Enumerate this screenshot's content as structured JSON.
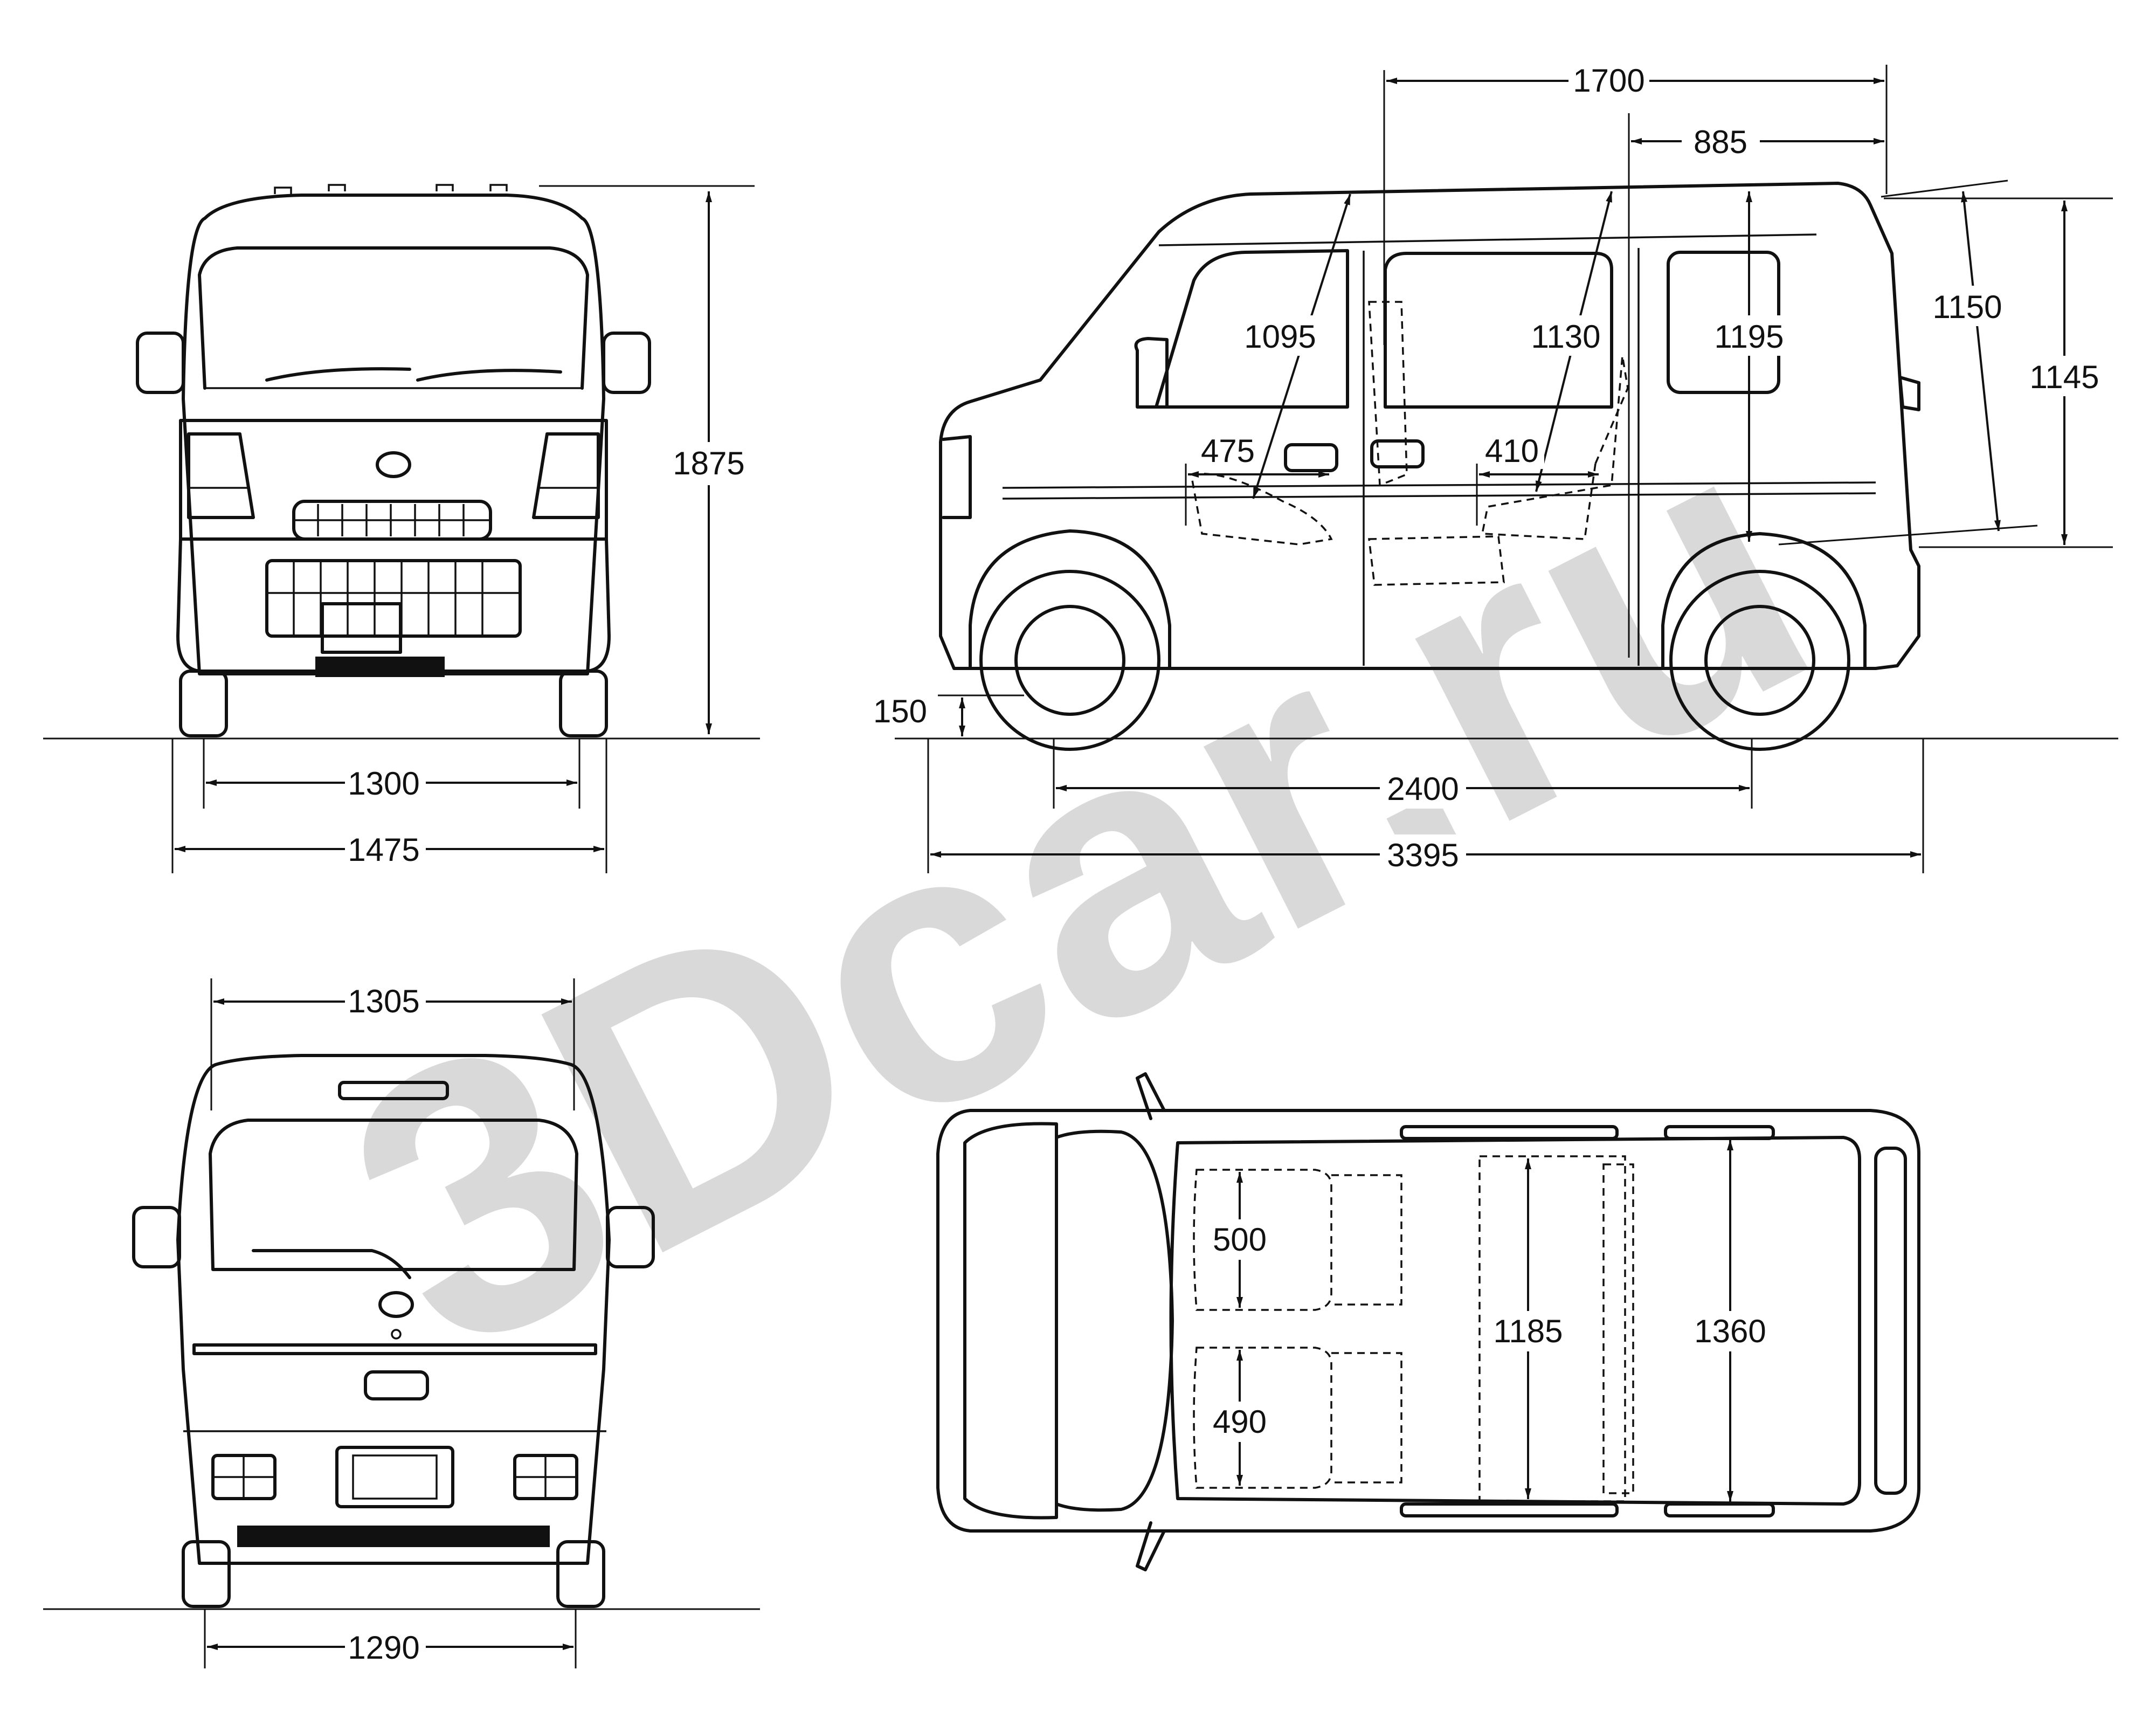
{
  "watermark": "3Dcar.ru",
  "colors": {
    "line": "#111111",
    "watermark": "#d9d9d9",
    "background": "#ffffff"
  },
  "dimensions": {
    "front_height": "1875",
    "front_track": "1300",
    "front_width": "1475",
    "side_ground_clearance": "150",
    "side_wheelbase": "2400",
    "side_length": "3395",
    "side_interior_length": "1700",
    "side_cargo_length": "885",
    "side_rear_opening_height": "1150",
    "side_rear_height": "1145",
    "side_front_seat_height": "1095",
    "side_rear_seat_height": "1130",
    "side_interior_height": "1195",
    "side_front_seat_depth": "475",
    "side_rear_seat_depth": "410",
    "rear_roof_width": "1305",
    "rear_track": "1290",
    "top_front_seat_width": "500",
    "top_second_seat_width": "490",
    "top_cargo_width": "1185",
    "top_interior_width": "1360"
  }
}
